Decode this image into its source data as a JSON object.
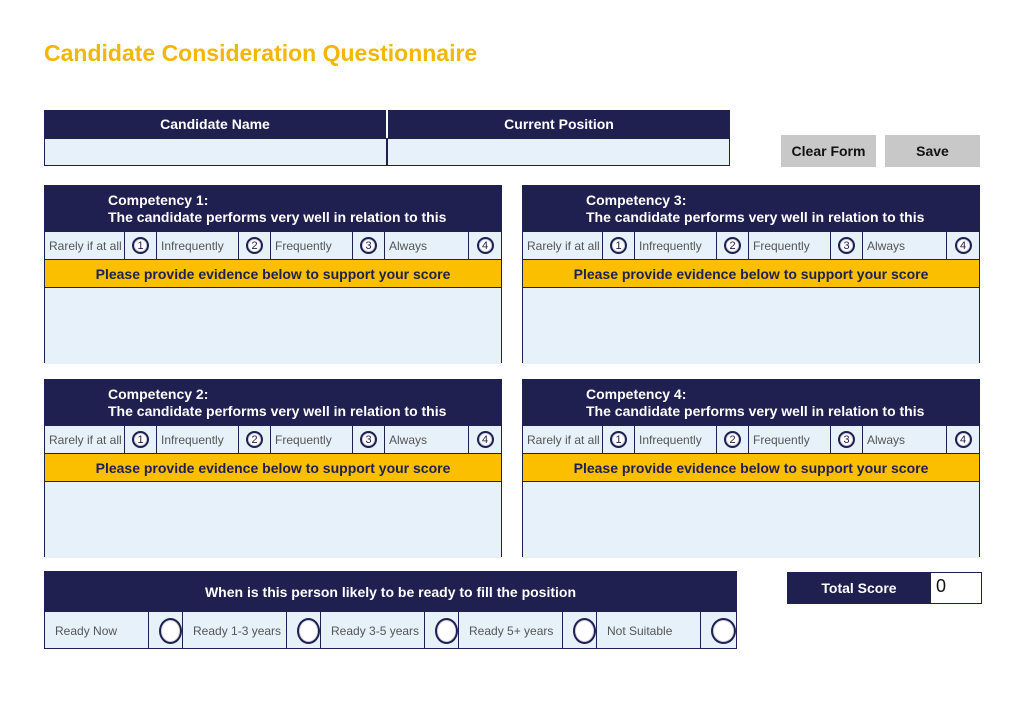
{
  "title": "Candidate Consideration Questionnaire",
  "header": {
    "candidate_name_label": "Candidate Name",
    "current_position_label": "Current Position",
    "candidate_name_value": "",
    "current_position_value": ""
  },
  "buttons": {
    "clear": "Clear Form",
    "save": "Save"
  },
  "competencies": [
    {
      "title": "Competency 1:",
      "statement": "The candidate performs very well in relation to this"
    },
    {
      "title": "Competency 2:",
      "statement": "The candidate performs very well in relation to this"
    },
    {
      "title": "Competency 3:",
      "statement": "The candidate performs very well in relation to this"
    },
    {
      "title": "Competency 4:",
      "statement": "The candidate performs very well in relation to this"
    }
  ],
  "rating": {
    "options": [
      "Rarely if at all",
      "Infrequently",
      "Frequently",
      "Always"
    ],
    "numbers": [
      "1",
      "2",
      "3",
      "4"
    ]
  },
  "evidence_prompt": "Please provide evidence below to support your score",
  "readiness": {
    "question": "When is this person likely to be ready to fill the position",
    "options": [
      "Ready Now",
      "Ready 1-3 years",
      "Ready 3-5 years",
      "Ready 5+ years",
      "Not Suitable"
    ]
  },
  "total": {
    "label": "Total Score",
    "value": "0"
  },
  "colors": {
    "navy": "#1f2050",
    "gold": "#f2b705",
    "amber": "#fbbf00",
    "field": "#e6f1fa",
    "button": "#c8c8c8"
  }
}
